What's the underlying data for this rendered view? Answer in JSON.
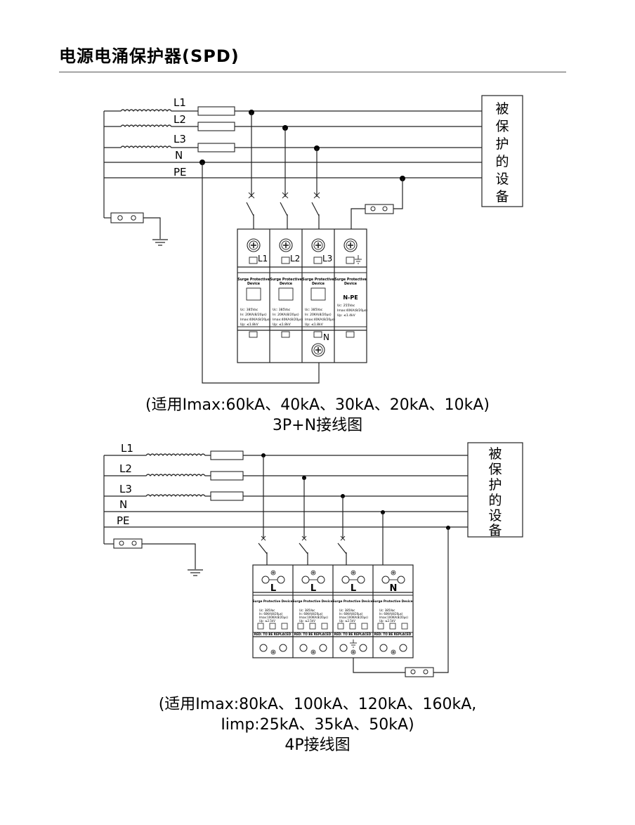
{
  "title": "电源电涌保护器(SPD)",
  "diagram1": {
    "lines": [
      "L1",
      "L2",
      "L3",
      "N",
      "PE"
    ],
    "equipment": [
      "被",
      "保",
      "护",
      "的",
      "设",
      "备"
    ],
    "terminals": [
      "L1",
      "L2",
      "L3",
      "N"
    ],
    "module_title_1": "Surge Protective",
    "module_title_2": "Device",
    "npe_label": "N-PE",
    "module_specs": [
      [
        "Uc:  385Vac",
        "In:   20KA(8/20μs)",
        "Imax:40KA(8/20μs)",
        "Up:  ≤1.8kV"
      ],
      [
        "Uc:  385Vac",
        "In:   20KA(8/20μs)",
        "Imax:40KA(8/20μs)",
        "Up:  ≤1.8kV"
      ],
      [
        "Uc:  385Vac",
        "In:   20KA(8/20μs)",
        "Imax:40KA(8/20μs)",
        "Up:  ≤1.8kV"
      ],
      [
        "Uc:  255Vac",
        "Imax:40KA(8/20μs)",
        "Up:  ≤1.4kV"
      ]
    ],
    "caption_1": "(适用Imax:60kA、40kA、30kA、20kA、10kA)",
    "caption_2": "3P+N接线图"
  },
  "diagram2": {
    "lines": [
      "L1",
      "L2",
      "L3",
      "N",
      "PE"
    ],
    "equipment": [
      "被",
      "保",
      "护",
      "的",
      "设",
      "备"
    ],
    "module_labels": [
      "L",
      "L",
      "L",
      "N"
    ],
    "module_title": "Surge Protective Device",
    "module_specs": [
      [
        "Uc:   385Vac",
        "In:   60KA(8/20μs)",
        "Imax:100KA(8/20μs)",
        "Up:   ≤2.5kV"
      ],
      [
        "Uc:   385Vac",
        "In:   60KA(8/20μs)",
        "Imax:100KA(8/20μs)",
        "Up:   ≤2.5kV"
      ],
      [
        "Uc:   385Vac",
        "In:   60KA(8/20μs)",
        "Imax:100KA(8/20μs)",
        "Up:   ≤2.5kV"
      ],
      [
        "Uc:   385Vac",
        "In:   60KA(8/20μs)",
        "Imax:100KA(8/20μs)",
        "Up:   ≤2.5kV"
      ]
    ],
    "replace_label": "RED: TO BE REPLACED",
    "caption_1": "(适用Imax:80kA、100kA、120kA、160kA,",
    "caption_2": "Iimp:25kA、35kA、50kA)",
    "caption_3": "4P接线图"
  }
}
